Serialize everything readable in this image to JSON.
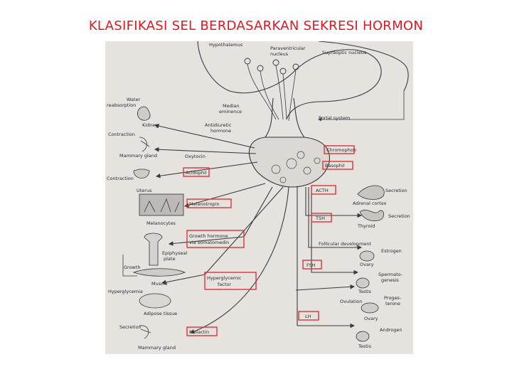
{
  "title": "KLASIFIKASI SEL BERDASARKAN SEKRESI HORMON",
  "colors": {
    "title": "#e8141c",
    "highlight_box": "#e0323a",
    "figure_bg": "#e6e3df"
  },
  "brain": {
    "hypothalamus": "Hypothalamus",
    "paraventricular_line1": "Paraventricular",
    "paraventricular_line2": "nucleus",
    "supraoptic": "Supraoptic nucleus",
    "median_line1": "Median",
    "median_line2": "eminence",
    "adh_line1": "Antidiuretic",
    "adh_line2": "hormone",
    "portal": "Portal system",
    "oxytocin": "Oxytocin"
  },
  "left_targets": {
    "water_line1": "Water",
    "water_line2": "reabsorption",
    "kidney": "Kidney",
    "contraction1": "Contraction",
    "mammary1": "Mammary gland",
    "contraction2": "Contraction",
    "uterus": "Uterus",
    "melanocytes": "Melanocytes",
    "epiphyseal_line1": "Epiphyseal",
    "epiphyseal_line2": "plate",
    "growth": "Growth",
    "muscle": "Muscle",
    "hyperglycemia": "Hyperglycemia",
    "adipose": "Adipose tissue",
    "secretion": "Secretion",
    "mammary2": "Mammary gland"
  },
  "boxed_hormones": {
    "chromophobe": "Chromophob",
    "basophil": "Basophil",
    "acidophil": "Acidophil",
    "melanotropin": "Melanotropin",
    "gh_line1": "Growth hormone",
    "gh_line2": "via somatomedin",
    "hg_line1": "Hyperglycemic",
    "hg_line2": "factor",
    "prolactin": "Prolactin",
    "acth": "ACTH",
    "tsh": "TSH",
    "fsh": "FSH",
    "lh": "LH"
  },
  "right_targets": {
    "secretion1": "Secretion",
    "adrenal": "Adrenal cortex",
    "secretion2": "Secretion",
    "thyroid": "Thyroid",
    "follicular": "Follicular development",
    "estrogen": "Estrogen",
    "ovary1": "Ovary",
    "sperm_line1": "Spermato-",
    "sperm_line2": "genesis",
    "testis1": "Testis",
    "ovulation": "Ovulation",
    "proges_line1": "Proges-",
    "proges_line2": "terone",
    "ovary2": "Ovary",
    "androgen": "Androgen",
    "testis2": "Testis"
  }
}
